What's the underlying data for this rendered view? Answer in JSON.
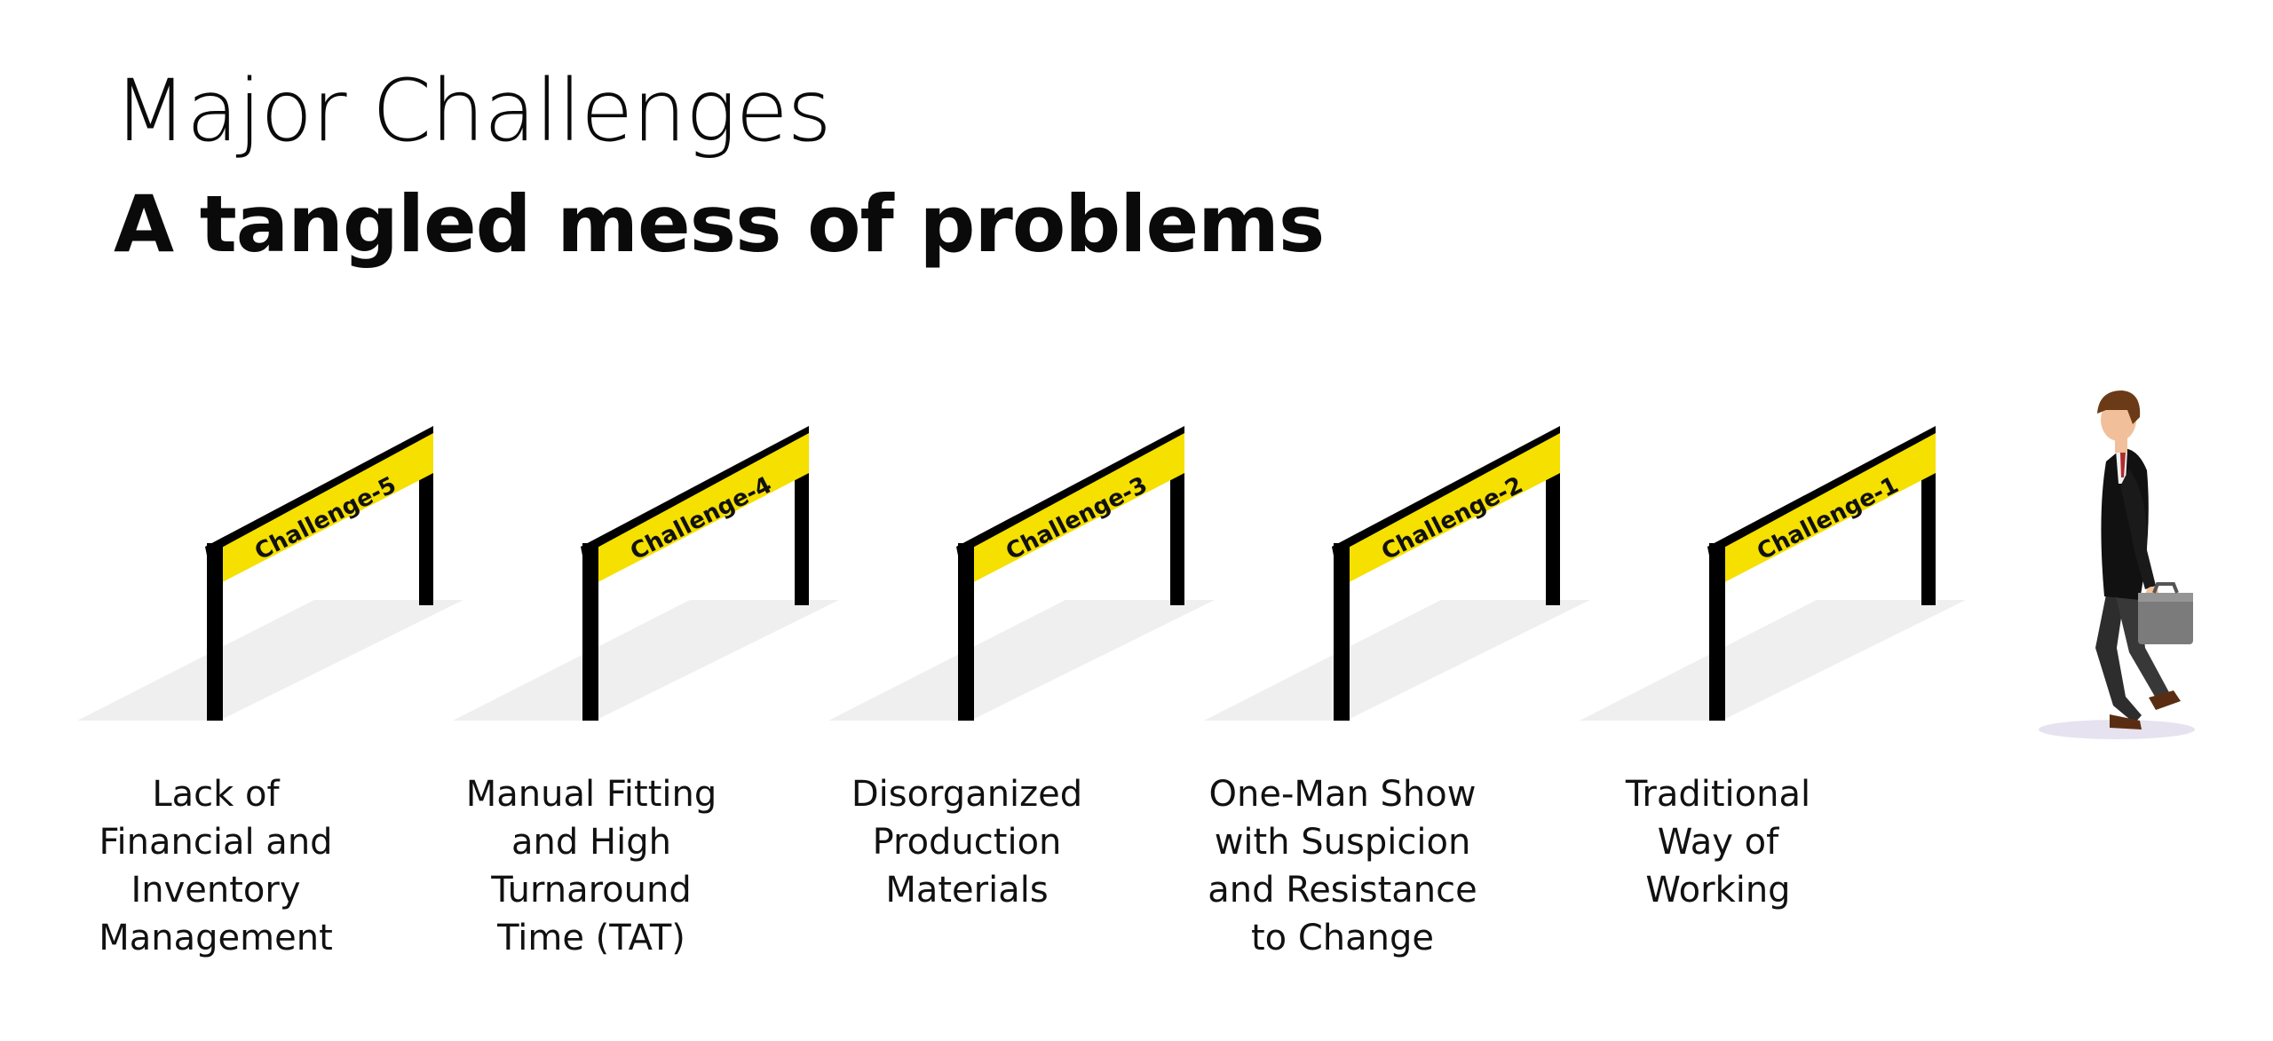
{
  "heading": {
    "title": "Major Challenges",
    "subtitle": "A tangled mess of problems"
  },
  "colors": {
    "sign": "#f5e000",
    "post": "#000000",
    "shadow": "#efefef",
    "text": "#0a0a0a"
  },
  "hurdles": [
    {
      "sign": "Challenge-5",
      "description": "Lack of\nFinancial and\nInventory\nManagement"
    },
    {
      "sign": "Challenge-4",
      "description": "Manual Fitting\nand High\nTurnaround\nTime (TAT)"
    },
    {
      "sign": "Challenge-3",
      "description": "Disorganized\nProduction\nMaterials"
    },
    {
      "sign": "Challenge-2",
      "description": "One-Man Show\nwith Suspicion\nand Resistance\nto Change"
    },
    {
      "sign": "Challenge-1",
      "description": "Traditional\nWay of\nWorking"
    }
  ],
  "figure": {
    "icon": "walking-businessman-icon"
  }
}
